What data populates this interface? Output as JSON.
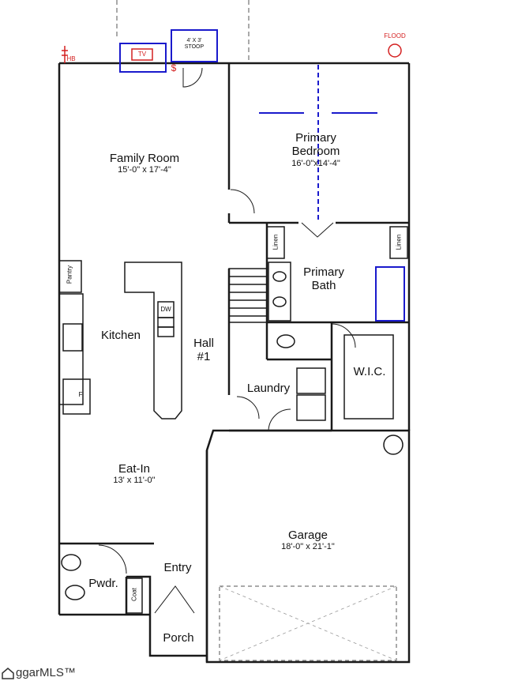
{
  "rooms": {
    "family_room": {
      "name": "Family Room",
      "dims": "15'-0\" x 17'-4\""
    },
    "primary_bedroom": {
      "name_line1": "Primary",
      "name_line2": "Bedroom",
      "dims": "16'-0\"x14'-4\""
    },
    "primary_bath": {
      "name_line1": "Primary",
      "name_line2": "Bath"
    },
    "kitchen": {
      "name": "Kitchen"
    },
    "hall": {
      "name_line1": "Hall",
      "name_line2": "#1"
    },
    "laundry": {
      "name": "Laundry"
    },
    "wic": {
      "name": "W.I.C."
    },
    "eat_in": {
      "name": "Eat-In",
      "dims": "13' x 11'-0\""
    },
    "garage": {
      "name": "Garage",
      "dims": "18'-0\" x 21'-1\""
    },
    "entry": {
      "name": "Entry"
    },
    "powder": {
      "name": "Pwdr."
    },
    "porch": {
      "name": "Porch"
    }
  },
  "fixtures": {
    "tv": "TV",
    "stoop_line1": "4' X 3'",
    "stoop_line2": "STOOP",
    "hb": "HB",
    "flood": "FLOOD",
    "pantry": "Pantry",
    "linen_left": "Linen",
    "linen_right": "Linen",
    "dw": "DW",
    "fridge": "F",
    "coat": "Coat",
    "switch": "$"
  },
  "watermark": {
    "text": "ggarMLS™"
  },
  "colors": {
    "wall": "#1a1a1a",
    "blue": "#1a1acc",
    "red": "#d42020",
    "dashed": "#555555"
  }
}
